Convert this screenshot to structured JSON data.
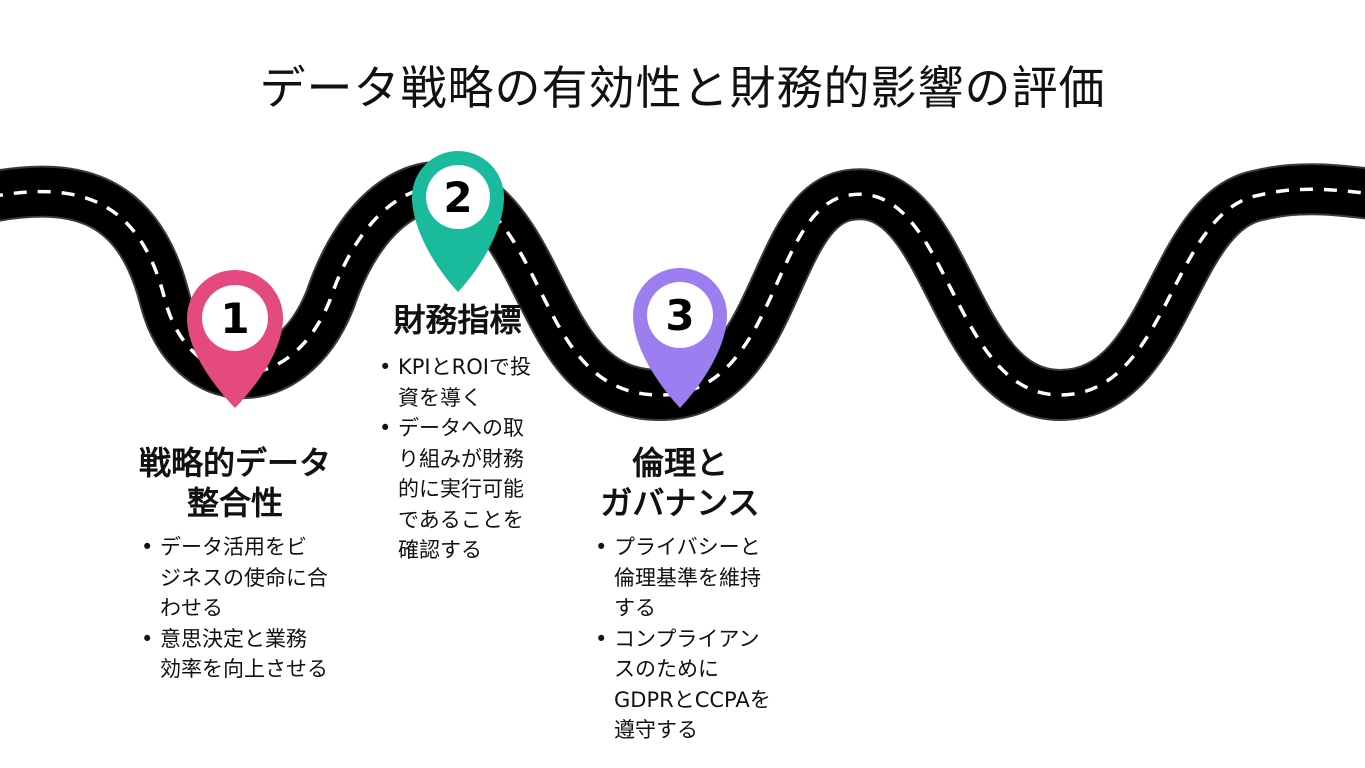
{
  "title": "データ戦略の有効性と財務的影響の評価",
  "colors": {
    "road": "#000000",
    "lane_marking": "#ffffff",
    "marker_1": "#e4497f",
    "marker_2": "#19bb9c",
    "marker_3": "#9d7ef0"
  },
  "steps": [
    {
      "number": "1",
      "heading_lines": [
        "戦略的データ",
        "整合性"
      ],
      "bullets": [
        {
          "lines": [
            "データ活用をビ",
            "ジネスの使命に合",
            "わせる"
          ]
        },
        {
          "lines": [
            "意思決定と業務",
            "効率を向上させる"
          ]
        }
      ]
    },
    {
      "number": "2",
      "heading_lines": [
        "財務指標"
      ],
      "bullets": [
        {
          "lines": [
            "KPIとROIで投",
            "資を導く"
          ]
        },
        {
          "lines": [
            "データへの取",
            "り組みが財務",
            "的に実行可能",
            "であることを",
            "確認する"
          ]
        }
      ]
    },
    {
      "number": "3",
      "heading_lines": [
        "倫理と",
        "ガバナンス"
      ],
      "bullets": [
        {
          "lines": [
            "プライバシーと",
            "倫理基準を維持",
            "する"
          ]
        },
        {
          "lines": [
            "コンプライアン",
            "スのために",
            "GDPRとCCPAを",
            "遵守する"
          ]
        }
      ]
    }
  ]
}
